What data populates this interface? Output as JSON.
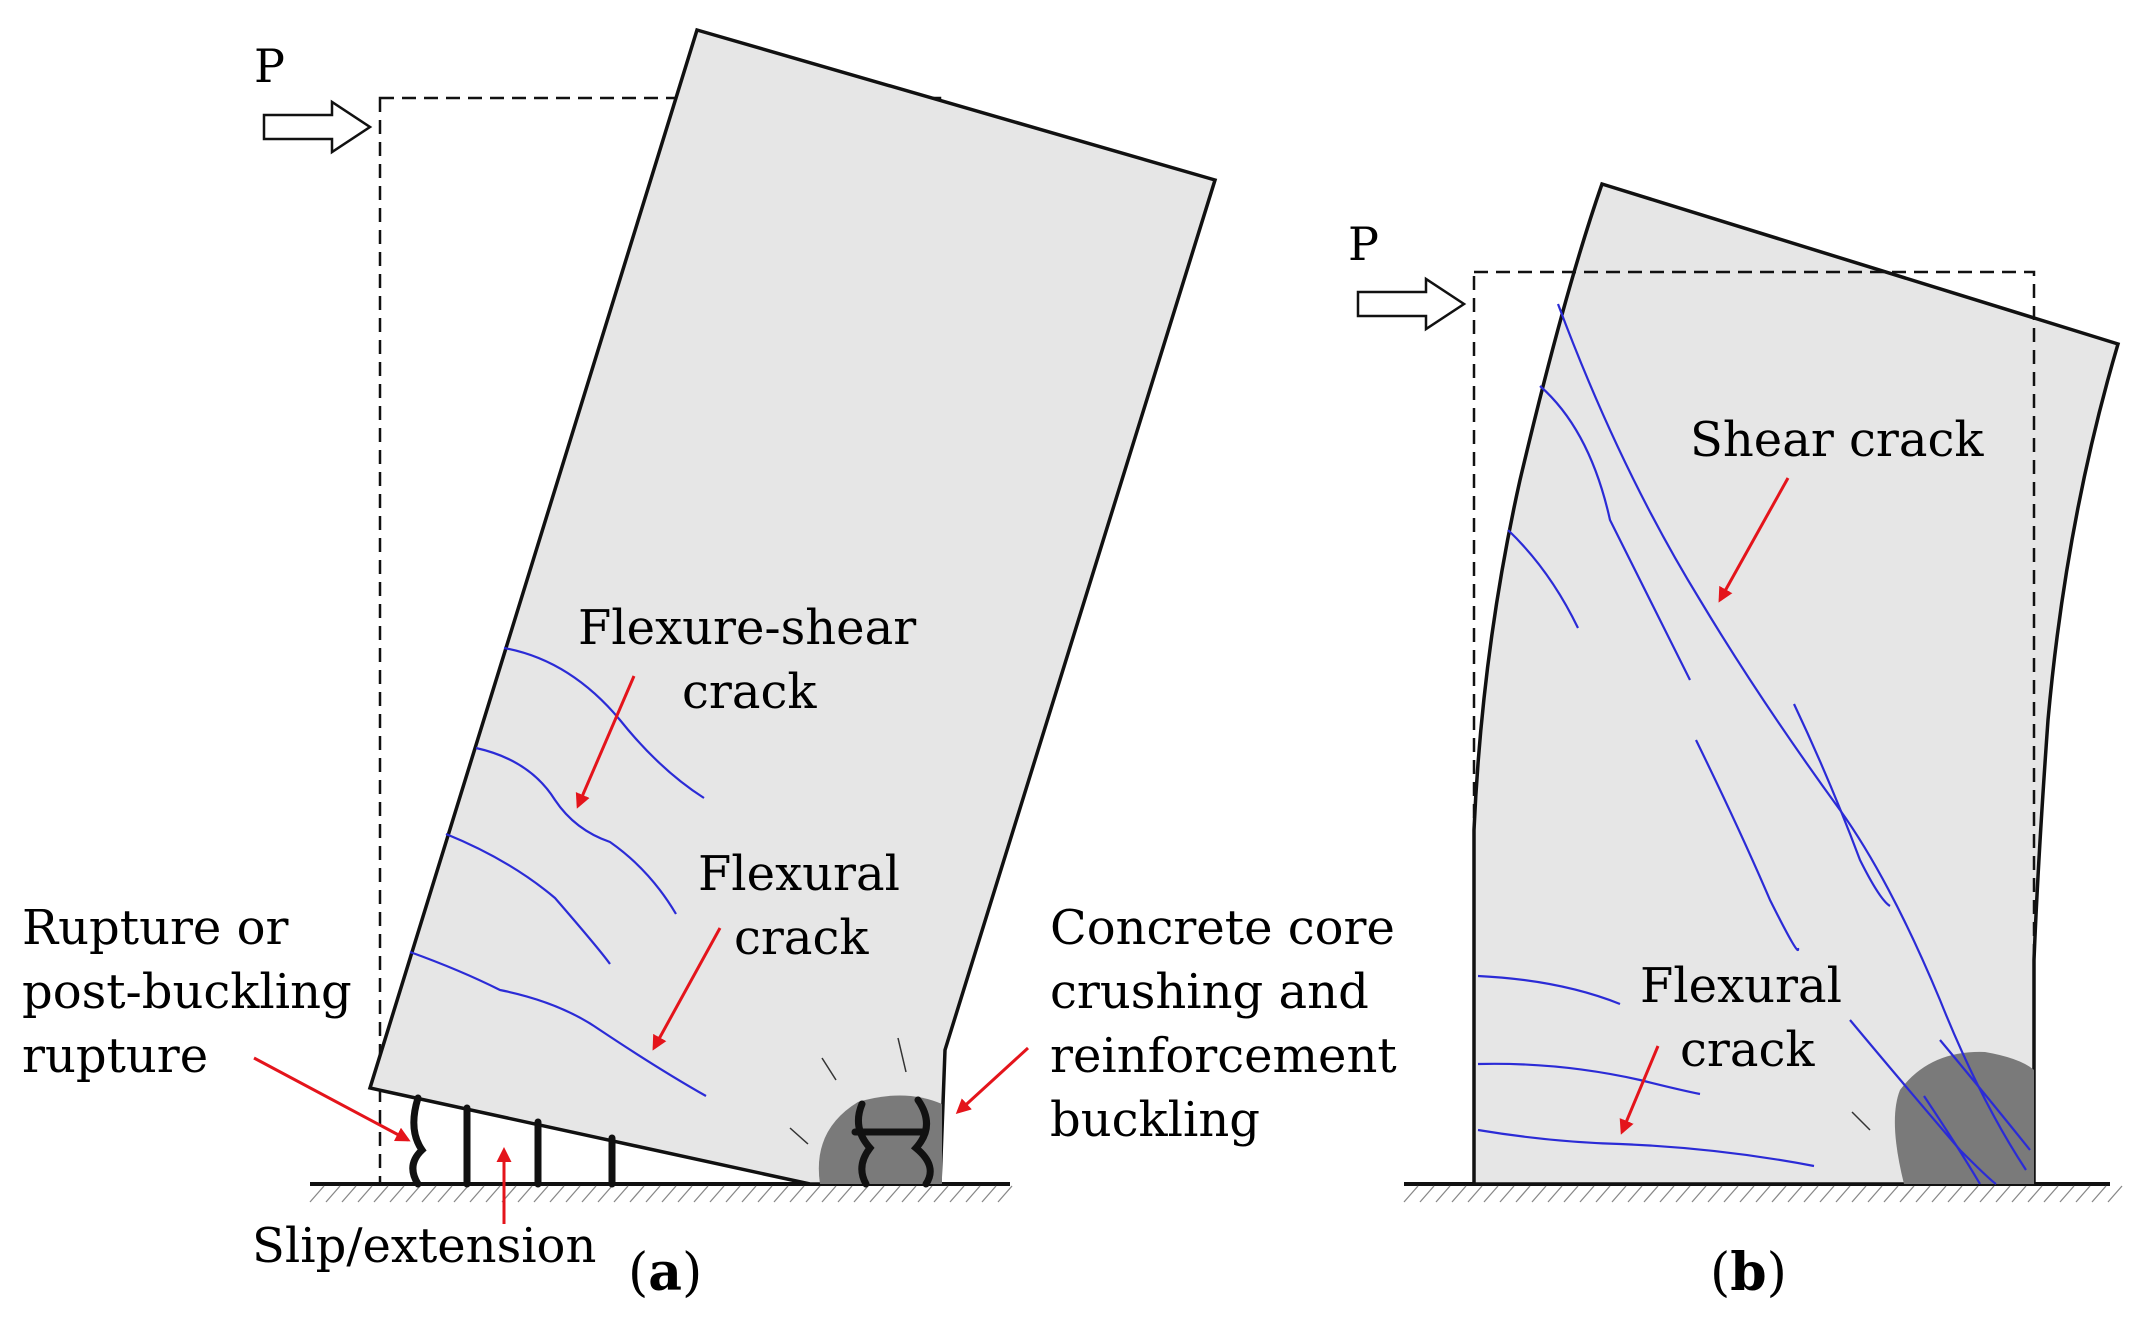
{
  "panel_a": {
    "load_label": "P",
    "labels": {
      "flexure_shear_1": "Flexure-shear",
      "flexure_shear_2": "crack",
      "flexural_1": "Flexural",
      "flexural_2": "crack",
      "rupture_1": "Rupture or",
      "rupture_2": "post-buckling",
      "rupture_3": "rupture",
      "concrete_1": "Concrete core",
      "concrete_2": "crushing and",
      "concrete_3": "reinforcement",
      "concrete_4": "buckling",
      "slip": "Slip/extension"
    },
    "caption": {
      "open": "(",
      "letter": "a",
      "close": ")"
    }
  },
  "panel_b": {
    "load_label": "P",
    "labels": {
      "shear": "Shear crack",
      "flexural_1": "Flexural",
      "flexural_2": "crack"
    },
    "caption": {
      "open": "(",
      "letter": "b",
      "close": ")"
    }
  },
  "colors": {
    "wall_fill": "#e6e6e6",
    "outline": "#111111",
    "crack": "#2b2bd6",
    "arrow": "#e4141b",
    "crushed_zone": "#7a7a7a",
    "ground": "#111111",
    "hatch": "#888888"
  }
}
